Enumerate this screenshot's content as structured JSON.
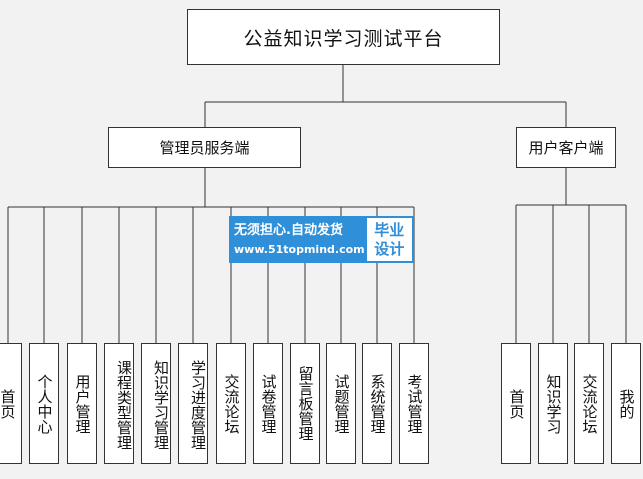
{
  "root": {
    "label": "公益知识学习测试平台"
  },
  "admin": {
    "label": "管理员服务端",
    "children": [
      "首页",
      "个人中心",
      "用户管理",
      "课程类型管理",
      "知识学习管理",
      "学习进度管理",
      "交流论坛",
      "试卷管理",
      "留言板管理",
      "试题管理",
      "系统管理",
      "考试管理"
    ]
  },
  "user": {
    "label": "用户客户端",
    "children": [
      "首页",
      "知识学习",
      "交流论坛",
      "我的"
    ]
  },
  "watermark": {
    "line1": "无须担心.自动发货",
    "line2": "www.51topmind.com",
    "tag1": "毕业",
    "tag2": "设计"
  },
  "colors": {
    "line": "#333333",
    "box": "#ffffff",
    "background": "#f2f2f2",
    "watermark": "#2f8fd8"
  }
}
